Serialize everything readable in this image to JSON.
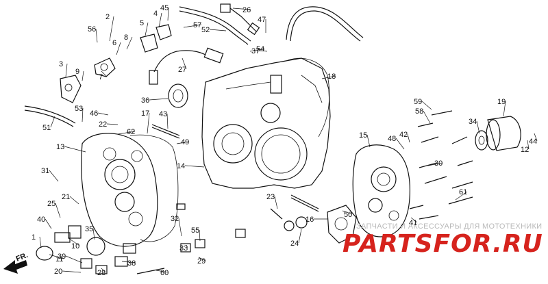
{
  "diagram": {
    "direction_label": "FR.",
    "callouts": [
      "1",
      "2",
      "3",
      "4",
      "5",
      "6",
      "7",
      "8",
      "9",
      "10",
      "11",
      "12",
      "13",
      "14",
      "15",
      "16",
      "17",
      "18",
      "19",
      "20",
      "21",
      "22",
      "23",
      "24",
      "25",
      "26",
      "27",
      "28",
      "29",
      "30",
      "31",
      "32",
      "33",
      "34",
      "35",
      "36",
      "37",
      "38",
      "39",
      "40",
      "41",
      "42",
      "43",
      "44",
      "45",
      "46",
      "47",
      "48",
      "49",
      "50",
      "51",
      "52",
      "53",
      "54",
      "55",
      "56",
      "57",
      "58",
      "59",
      "60",
      "61",
      "62"
    ]
  },
  "watermark": {
    "tagline": "ЗАПЧАСТИ И АКСЕССУАРЫ ДЛЯ МОТОТЕХНИКИ",
    "logo": "PARTSFOR.RU"
  }
}
